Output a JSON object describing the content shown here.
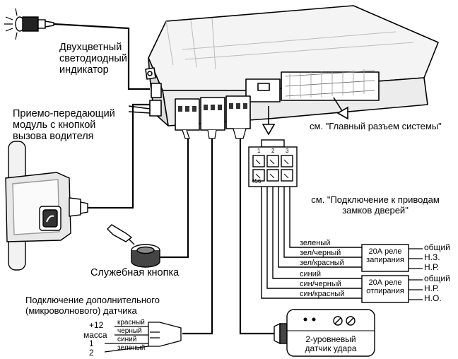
{
  "labels": {
    "led_indicator": [
      "Двухцветный",
      "светодиодный",
      "индикатор"
    ],
    "transceiver": [
      "Приемо-передающий",
      "модуль с кнопкой",
      "вызова водителя"
    ],
    "main_connector": "см. \"Главный разъем системы\"",
    "door_locks": [
      "см. \"Подключение к приводам",
      "замков дверей\""
    ],
    "service_button": "Служебная кнопка",
    "extra_sensor": [
      "Подключение дополнительного",
      "(микроволнового) датчика"
    ],
    "shock_sensor": [
      "2-уровневый",
      "датчик удара"
    ]
  },
  "connector_pins": [
    "1",
    "2",
    "3"
  ],
  "connector_code": "456",
  "relay_lock": {
    "label": [
      "20А реле",
      "запирания"
    ],
    "wires": [
      "зеленый",
      "зел/черный",
      "зел/красный"
    ],
    "contacts": [
      "общий",
      "Н.З.",
      "Н.Р."
    ]
  },
  "relay_unlock": {
    "label": [
      "20А реле",
      "отпирания"
    ],
    "wires": [
      "синий",
      "син/черный",
      "син/красный"
    ],
    "contacts": [
      "общий",
      "Н.Р.",
      "Н.О."
    ]
  },
  "sensor_connector": {
    "terminals": [
      "+12",
      "масса",
      "1",
      "2"
    ],
    "wires": [
      "красный",
      "черный",
      "синий",
      "зеленый"
    ]
  },
  "colors": {
    "line": "#000000",
    "body_fill": "#ffffff",
    "shading": "#d9d9d9",
    "dark": "#333333"
  }
}
